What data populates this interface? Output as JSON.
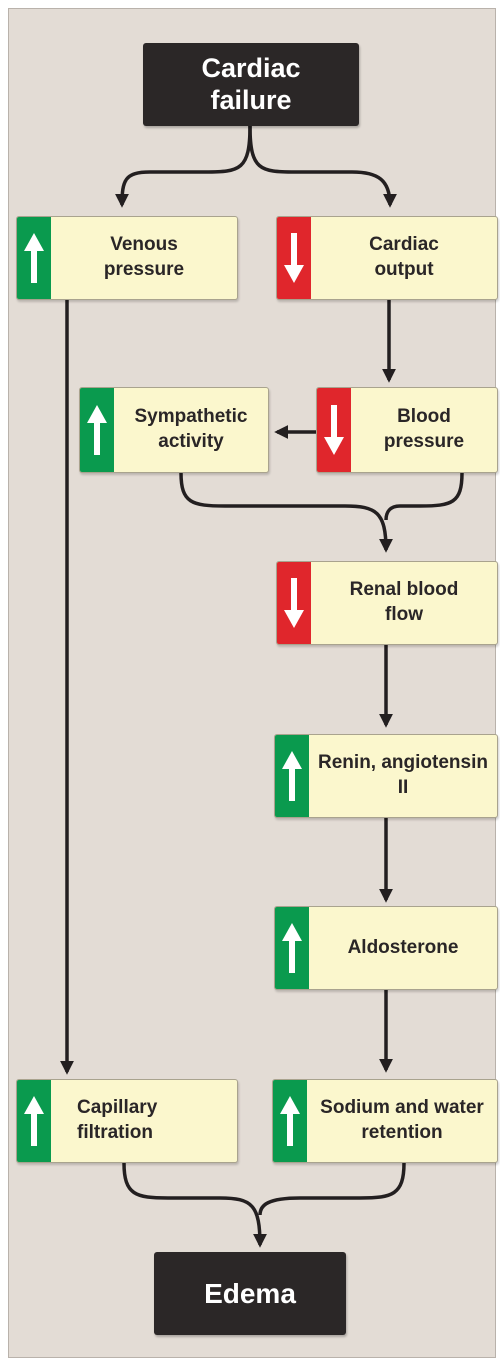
{
  "top": "Cardiac failure",
  "bottom": "Edema",
  "nodes": {
    "venous_pressure": {
      "label": "Venous pressure",
      "dir": "up"
    },
    "cardiac_output": {
      "label": "Cardiac output",
      "dir": "down"
    },
    "sympathetic_activity": {
      "label": "Sympathetic activity",
      "dir": "up"
    },
    "blood_pressure": {
      "label": "Blood pressure",
      "dir": "down"
    },
    "renal_blood_flow": {
      "label": "Renal blood flow",
      "dir": "down"
    },
    "renin_angiotensin": {
      "label": "Renin, angiotensin II",
      "dir": "up"
    },
    "aldosterone": {
      "label": "Aldosterone",
      "dir": "up"
    },
    "capillary_filtration": {
      "label": "Capillary filtration",
      "dir": "up"
    },
    "sodium_water": {
      "label": "Sodium and water retention",
      "dir": "up"
    }
  },
  "colors": {
    "increase": "#0a9a4e",
    "decrease": "#e0262c",
    "node": "#fbf7cd",
    "background": "#e3dcd5",
    "terminal": "#2b2727"
  }
}
